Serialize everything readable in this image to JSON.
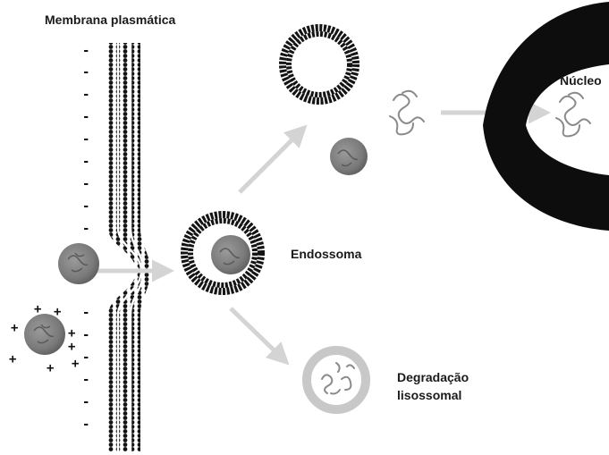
{
  "labels": {
    "membrane": "Membrana plasmática",
    "endosome": "Endossoma",
    "nucleus": "Núcleo",
    "degradation_line1": "Degradação",
    "degradation_line2": "lisossomal"
  },
  "charges": {
    "negative": "-",
    "positive": "+"
  },
  "colors": {
    "background": "#ffffff",
    "membrane": "#141414",
    "particle": "#7a7a7a",
    "arrow": "#d4d4d4",
    "lysosome": "#c8c8c8",
    "nucleus": "#0d0d0d",
    "cargo": "#8a8a8a"
  }
}
